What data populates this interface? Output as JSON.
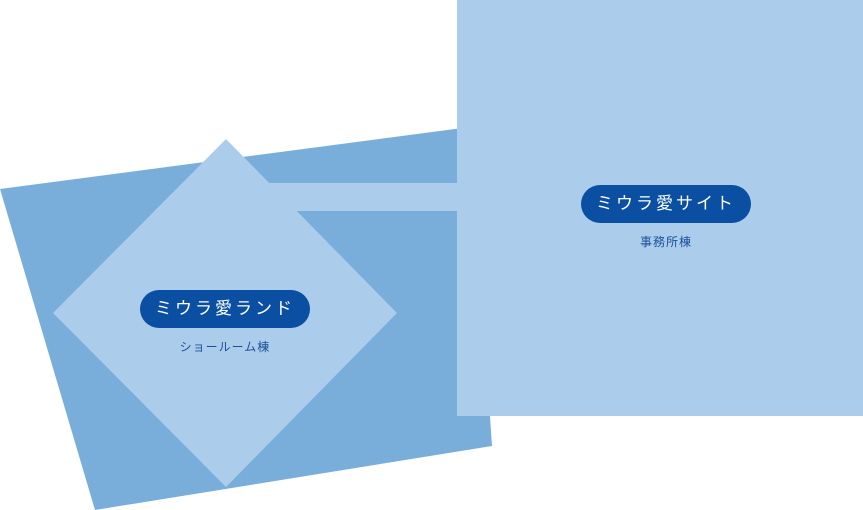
{
  "colors": {
    "dark_panel": "#78aed9",
    "light_panel": "#abcdeb",
    "pill_bg": "#0a4fa1",
    "sub_text": "#1a4f9a"
  },
  "showroom": {
    "title": "ミウラ愛ランド",
    "subtitle": "ショールーム棟"
  },
  "office": {
    "title": "ミウラ愛サイト",
    "subtitle": "事務所棟"
  }
}
